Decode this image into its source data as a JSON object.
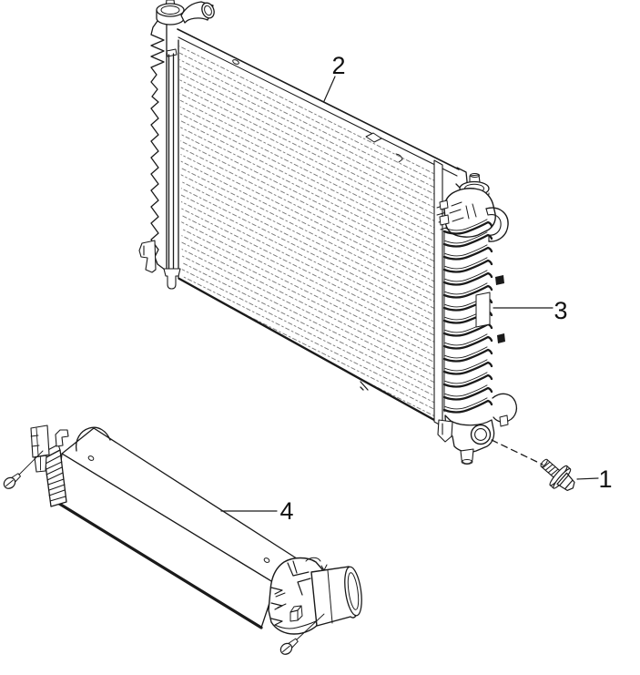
{
  "diagram": {
    "type": "exploded-parts-illustration",
    "subject": "radiator and charge air cooler assembly",
    "background_color": "#ffffff",
    "line_color": "#1a1a1a",
    "callouts": [
      {
        "id": "1",
        "label": "1"
      },
      {
        "id": "2",
        "label": "2"
      },
      {
        "id": "3",
        "label": "3"
      },
      {
        "id": "4",
        "label": "4"
      }
    ]
  }
}
